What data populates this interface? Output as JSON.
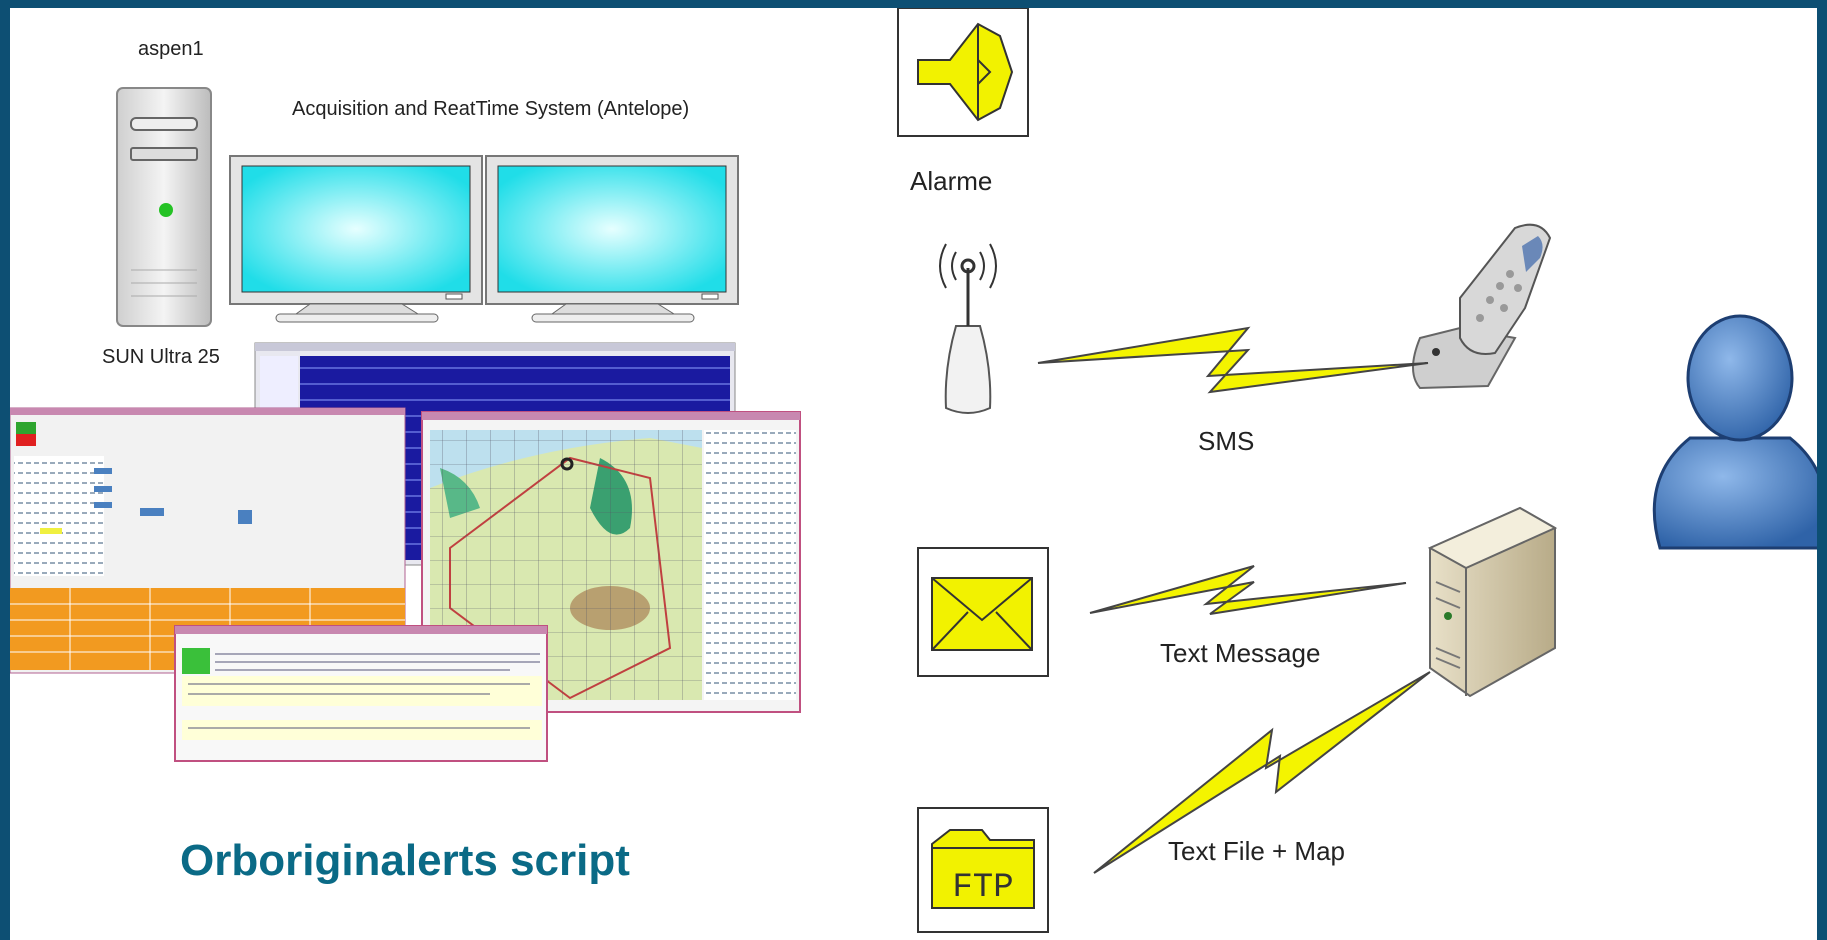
{
  "labels": {
    "host": "aspen1",
    "system": "Acquisition and ReatTime System (Antelope)",
    "server": "SUN Ultra 25",
    "script": "Orboriginalerts script",
    "alarm": "Alarme",
    "sms": "SMS",
    "text_message": "Text Message",
    "text_file": "Text File + Map",
    "ftp": "FTP"
  },
  "colors": {
    "frame": "#0d4f73",
    "script_text": "#0a6a86",
    "monitor_screen": "#36e8f2",
    "lightning": "#f4f400",
    "person": "#3b74b8",
    "alarm_icon": "#f2f200"
  },
  "icons": [
    "computer-tower-icon",
    "monitor-icon",
    "speaker-icon",
    "antenna-icon",
    "mobile-phone-icon",
    "envelope-icon",
    "server-icon",
    "ftp-folder-icon",
    "person-icon",
    "lightning-icon"
  ]
}
